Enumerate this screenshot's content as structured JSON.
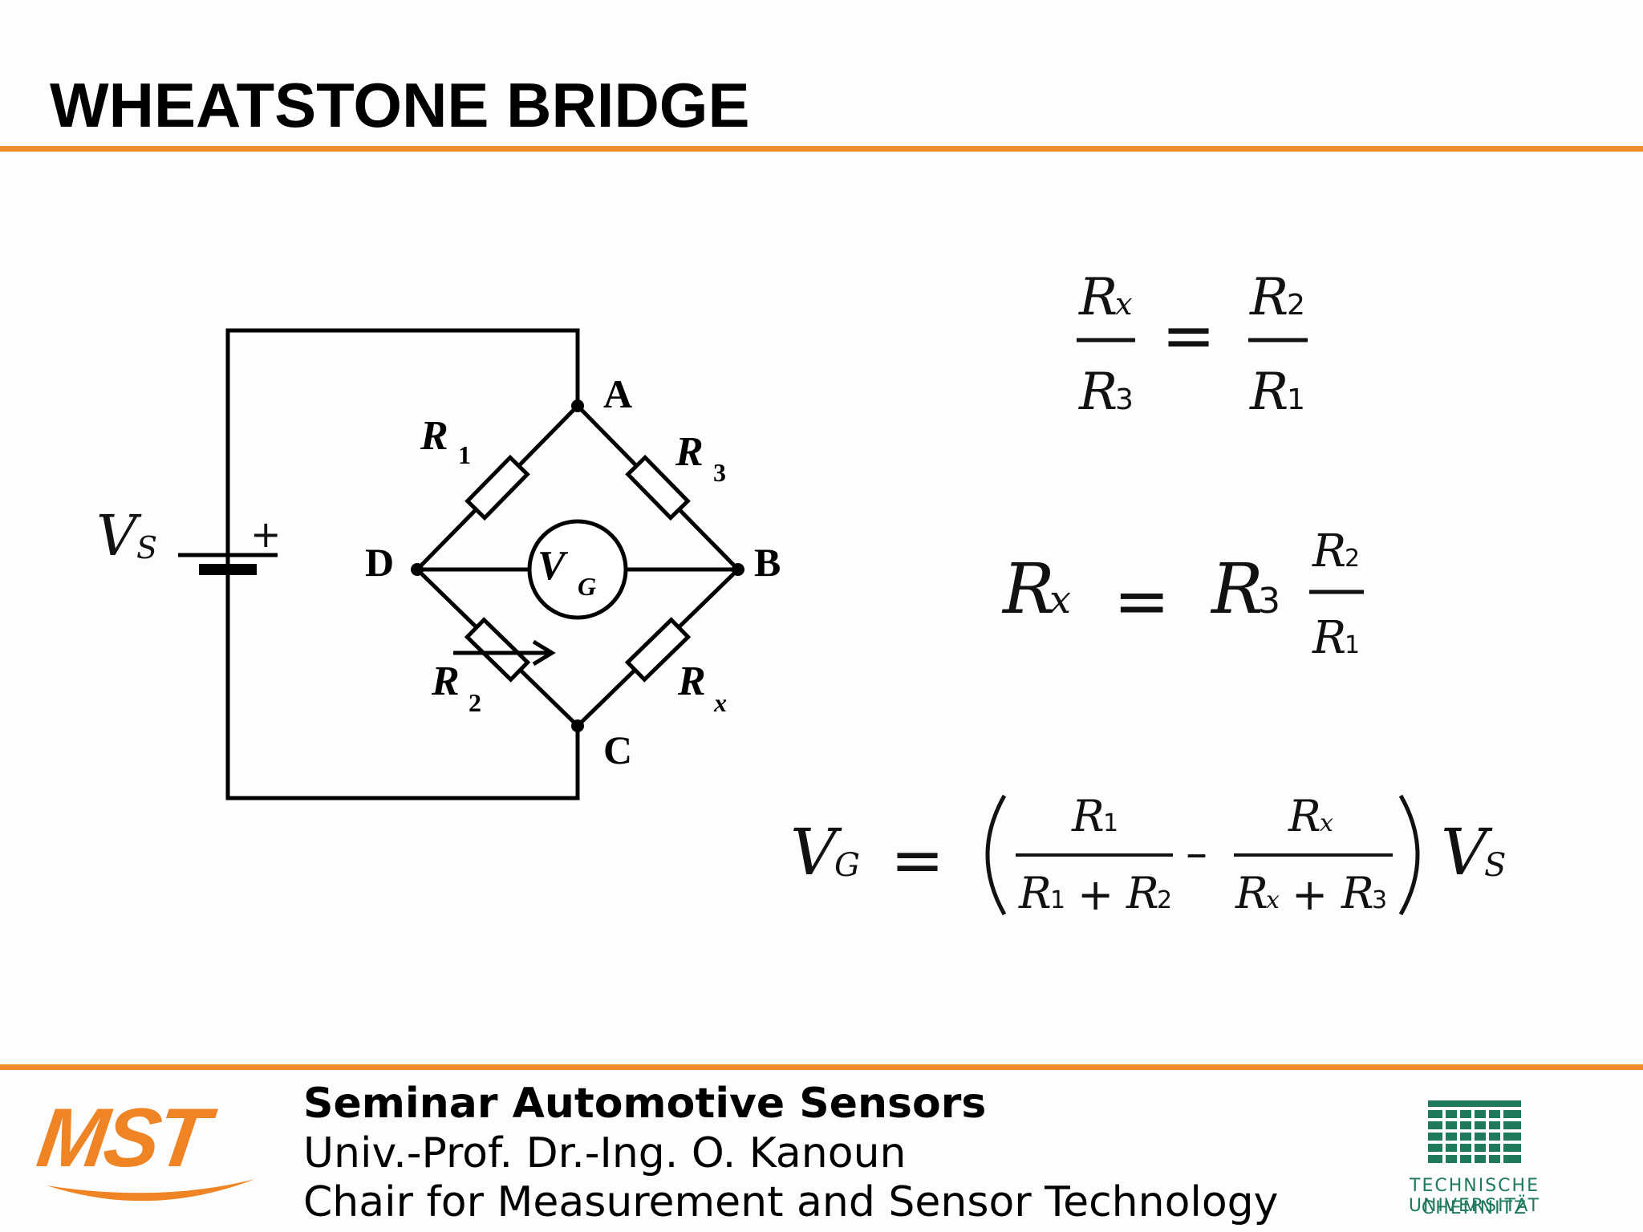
{
  "title": "WHEATSTONE BRIDGE",
  "colors": {
    "accent": "#f08a2a",
    "tu_green": "#1f7a5a"
  },
  "circuit": {
    "source_label": "V",
    "source_sub": "S",
    "plus": "+",
    "nodes": {
      "a": "A",
      "b": "B",
      "c": "C",
      "d": "D"
    },
    "resistors": {
      "r1": {
        "letter": "R",
        "sub": "1"
      },
      "r2": {
        "letter": "R",
        "sub": "2"
      },
      "r3": {
        "letter": "R",
        "sub": "3"
      },
      "rx": {
        "letter": "R",
        "sub": "x"
      }
    },
    "meter": {
      "letter": "V",
      "sub": "G"
    }
  },
  "equations": {
    "R": "R",
    "V": "V",
    "equals": "=",
    "plus": "+",
    "minus": "–",
    "sub1": "1",
    "sub2": "2",
    "sub3": "3",
    "subx": "x",
    "subG": "G",
    "subS": "S"
  },
  "footer": {
    "course": "Seminar Automotive Sensors",
    "professor": "Univ.-Prof. Dr.-Ing. O. Kanoun",
    "chair": "Chair for Measurement and Sensor Technology",
    "left_logo": "MST",
    "right_logo_line1": "TECHNISCHE UNIVERSITÄT",
    "right_logo_line2": "CHEMNITZ"
  }
}
